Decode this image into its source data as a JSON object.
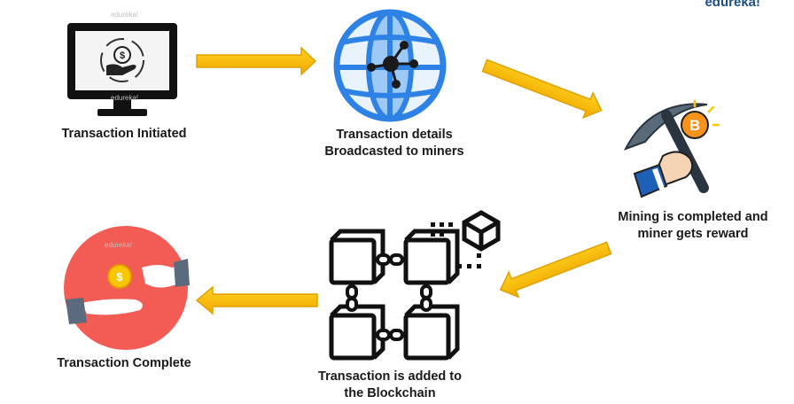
{
  "brand": "edureka!",
  "watermark": "edureka!",
  "colors": {
    "arrow": "#F5B800",
    "arrow_edge": "#E0A100",
    "globe_blue": "#2E82E6",
    "globe_light": "#9CC9F5",
    "red_circle": "#F25C54",
    "coin": "#F7C600",
    "bitcoin": "#F7931A"
  },
  "steps": [
    {
      "id": "initiated",
      "icon": "monitor-dollar-icon",
      "label": "Transaction Initiated"
    },
    {
      "id": "broadcast",
      "icon": "globe-network-icon",
      "label": "Transaction details\nBroadcasted to miners"
    },
    {
      "id": "mining",
      "icon": "pickaxe-bitcoin-icon",
      "label": "Mining is completed and\nminer gets reward"
    },
    {
      "id": "added",
      "icon": "blockchain-icon",
      "label": "Transaction is added to\nthe Blockchain"
    },
    {
      "id": "complete",
      "icon": "coin-handover-icon",
      "label": "Transaction Complete"
    }
  ]
}
